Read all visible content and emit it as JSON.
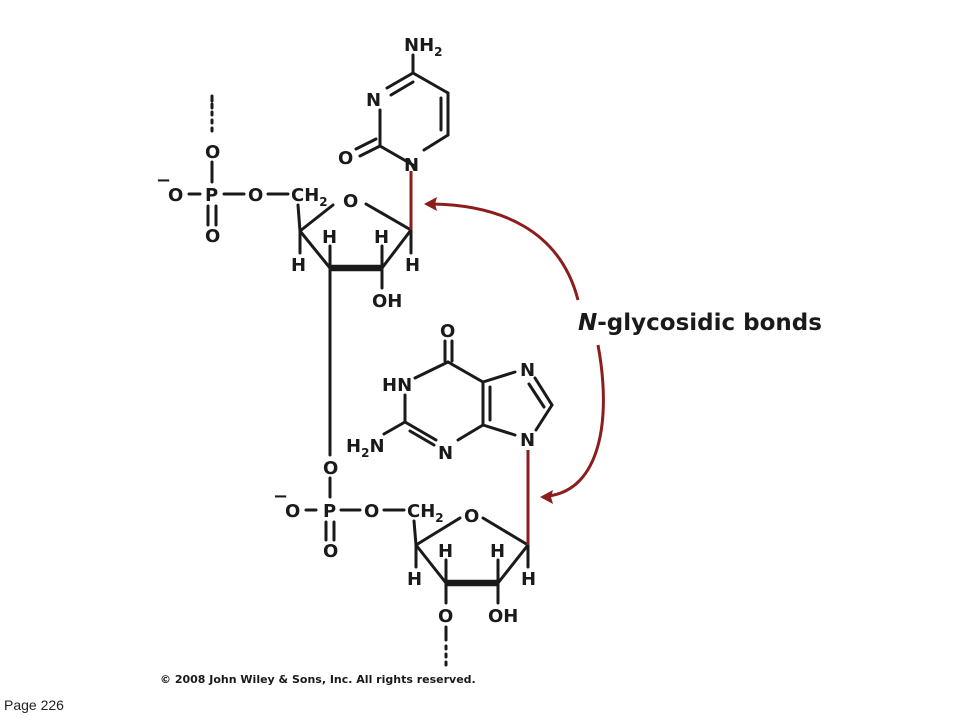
{
  "diagram": {
    "label": "N-glycosidic bonds",
    "label_italic": "N",
    "label_rest": "-glycosidic bonds",
    "colors": {
      "bond": "#1a1a1a",
      "highlight": "#8c1d1d"
    },
    "atoms": {
      "nh2": "NH",
      "nh2_sub": "2",
      "n3": "N",
      "n1": "N",
      "o2": "O",
      "o_top": "O",
      "p1": "P",
      "o_minus1": "O",
      "o_link1": "O",
      "o_bottom1": "O",
      "ch2_1": "CH",
      "ch2_1_sub": "2",
      "o_ring1": "O",
      "h1": "H",
      "h2": "H",
      "h3": "H",
      "h4": "H",
      "oh1": "OH",
      "o6": "O",
      "hn1": "HN",
      "n7": "N",
      "n9": "N",
      "n3g": "N",
      "h2n": "H",
      "h2n_sub": "2",
      "h2n_n": "N",
      "o_link2a": "O",
      "p2": "P",
      "o_minus2": "O",
      "o_link2b": "O",
      "o_bottom2": "O",
      "ch2_2": "CH",
      "ch2_2_sub": "2",
      "o_ring2": "O",
      "h5": "H",
      "h6": "H",
      "h7": "H",
      "h8": "H",
      "o3": "O",
      "oh2": "OH",
      "minus": "−"
    },
    "copyright": "© 2008 John Wiley & Sons, Inc. All rights reserved."
  },
  "footer": {
    "page": "Page 226"
  }
}
